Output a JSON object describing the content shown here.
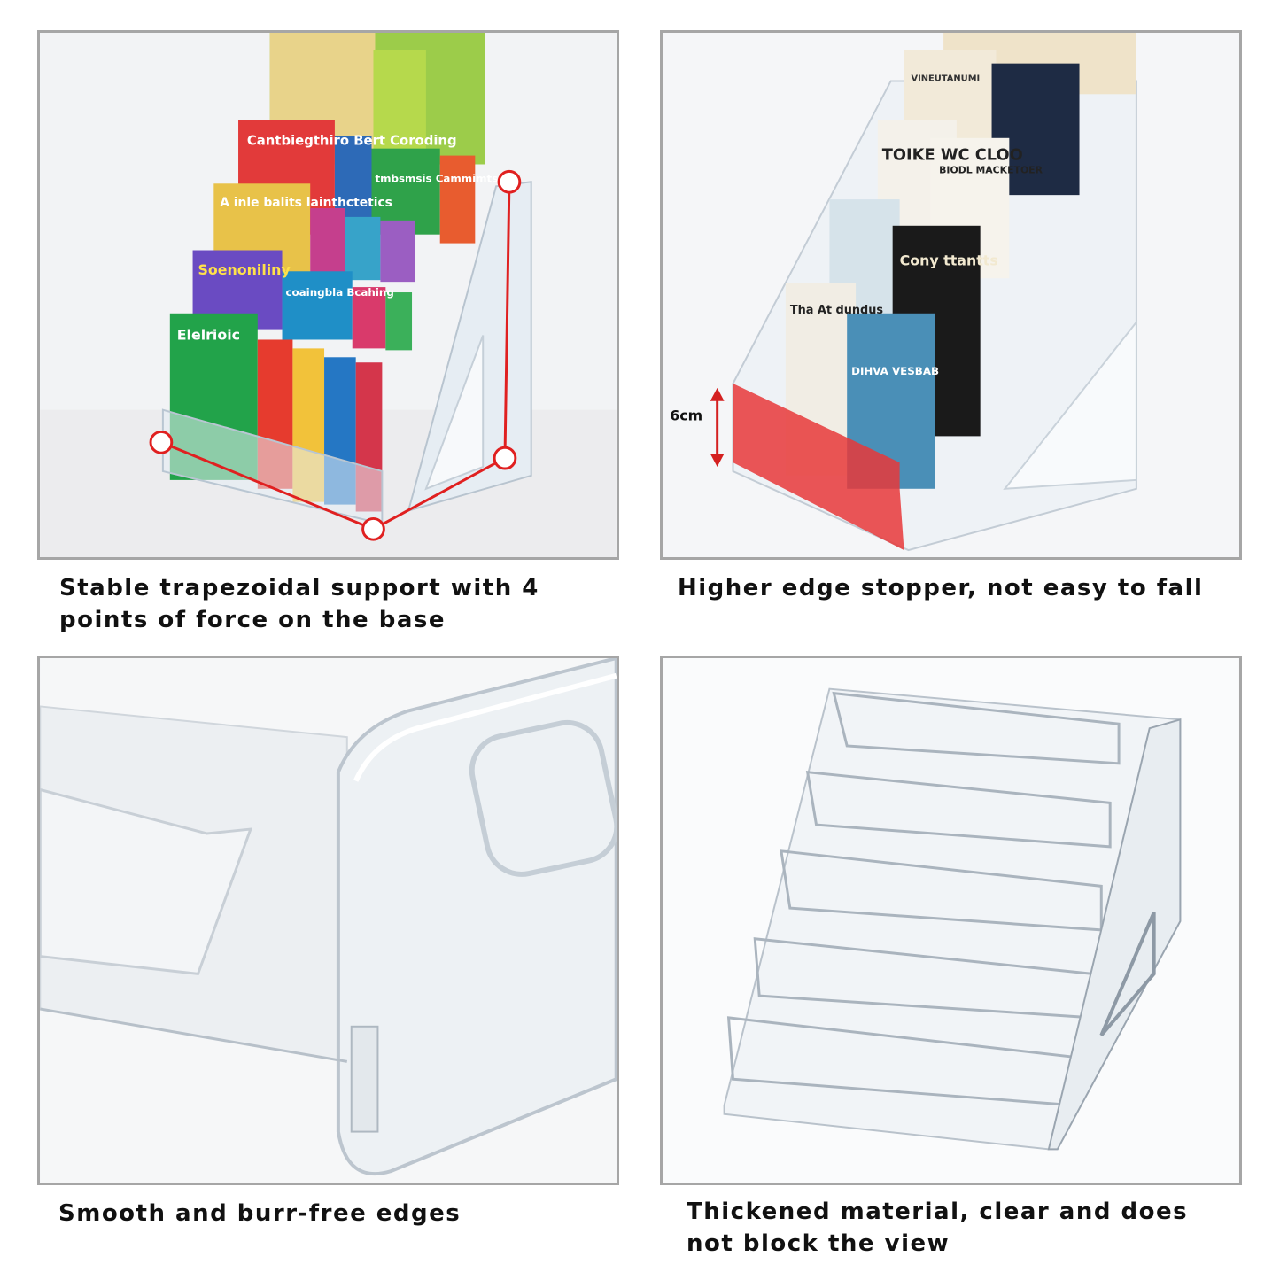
{
  "panels": [
    {
      "caption_lines": [
        "Stable trapezoidal support with 4",
        "points of force on the base"
      ],
      "highlight_color": "#e02020",
      "book_titles": [
        "Cantbiegthiro Bert Coroding",
        "A inle balits lainthctetics",
        "Soenoniliny",
        "Elelrioic",
        "coaingbla Bcahing",
        "tmbsmsis Cammimts"
      ]
    },
    {
      "caption_lines": [
        "Higher edge stopper, not easy to fall"
      ],
      "measure_label": "6cm",
      "highlight_color": "#e8383a",
      "book_titles": [
        "VINEUTANUMI",
        "TOIKE WC CLOO",
        "BIODL MACKETOER",
        "Cony ttantts",
        "Tha At dundus",
        "DIHVA VESBAB"
      ]
    },
    {
      "caption_lines": [
        "Smooth and burr-free edges"
      ]
    },
    {
      "caption_lines": [
        "Thickened material, clear and does",
        "not block the view"
      ]
    }
  ]
}
